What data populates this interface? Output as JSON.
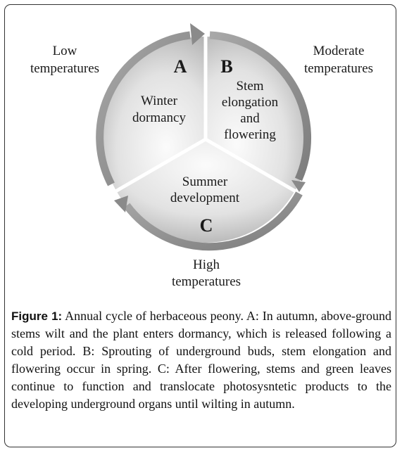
{
  "diagram": {
    "outer_labels": {
      "low": [
        "Low",
        "temperatures"
      ],
      "moderate": [
        "Moderate",
        "temperatures"
      ],
      "high": [
        "High",
        "temperatures"
      ]
    },
    "sectors": {
      "a": {
        "letter": "A",
        "lines": [
          "Winter",
          "dormancy"
        ]
      },
      "b": {
        "letter": "B",
        "lines": [
          "Stem",
          "elongation",
          "and",
          "flowering"
        ]
      },
      "c": {
        "letter": "C",
        "lines": [
          "Summer",
          "development"
        ]
      }
    },
    "colors": {
      "arrow": "#8f8f8f",
      "sector_light": "#f7f7f7",
      "sector_dark": "#b9b9b9"
    }
  },
  "caption": {
    "label": "Figure 1:",
    "text": "Annual cycle of herbaceous peony. A: In autumn, above-ground stems wilt and the plant enters dormancy, which is released following a cold period. B: Sprouting of underground buds, stem elongation and flowering occur in spring. C: After flowering, stems and green leaves continue to function and translocate photosysntetic products to the developing underground organs until wilting in autumn."
  }
}
